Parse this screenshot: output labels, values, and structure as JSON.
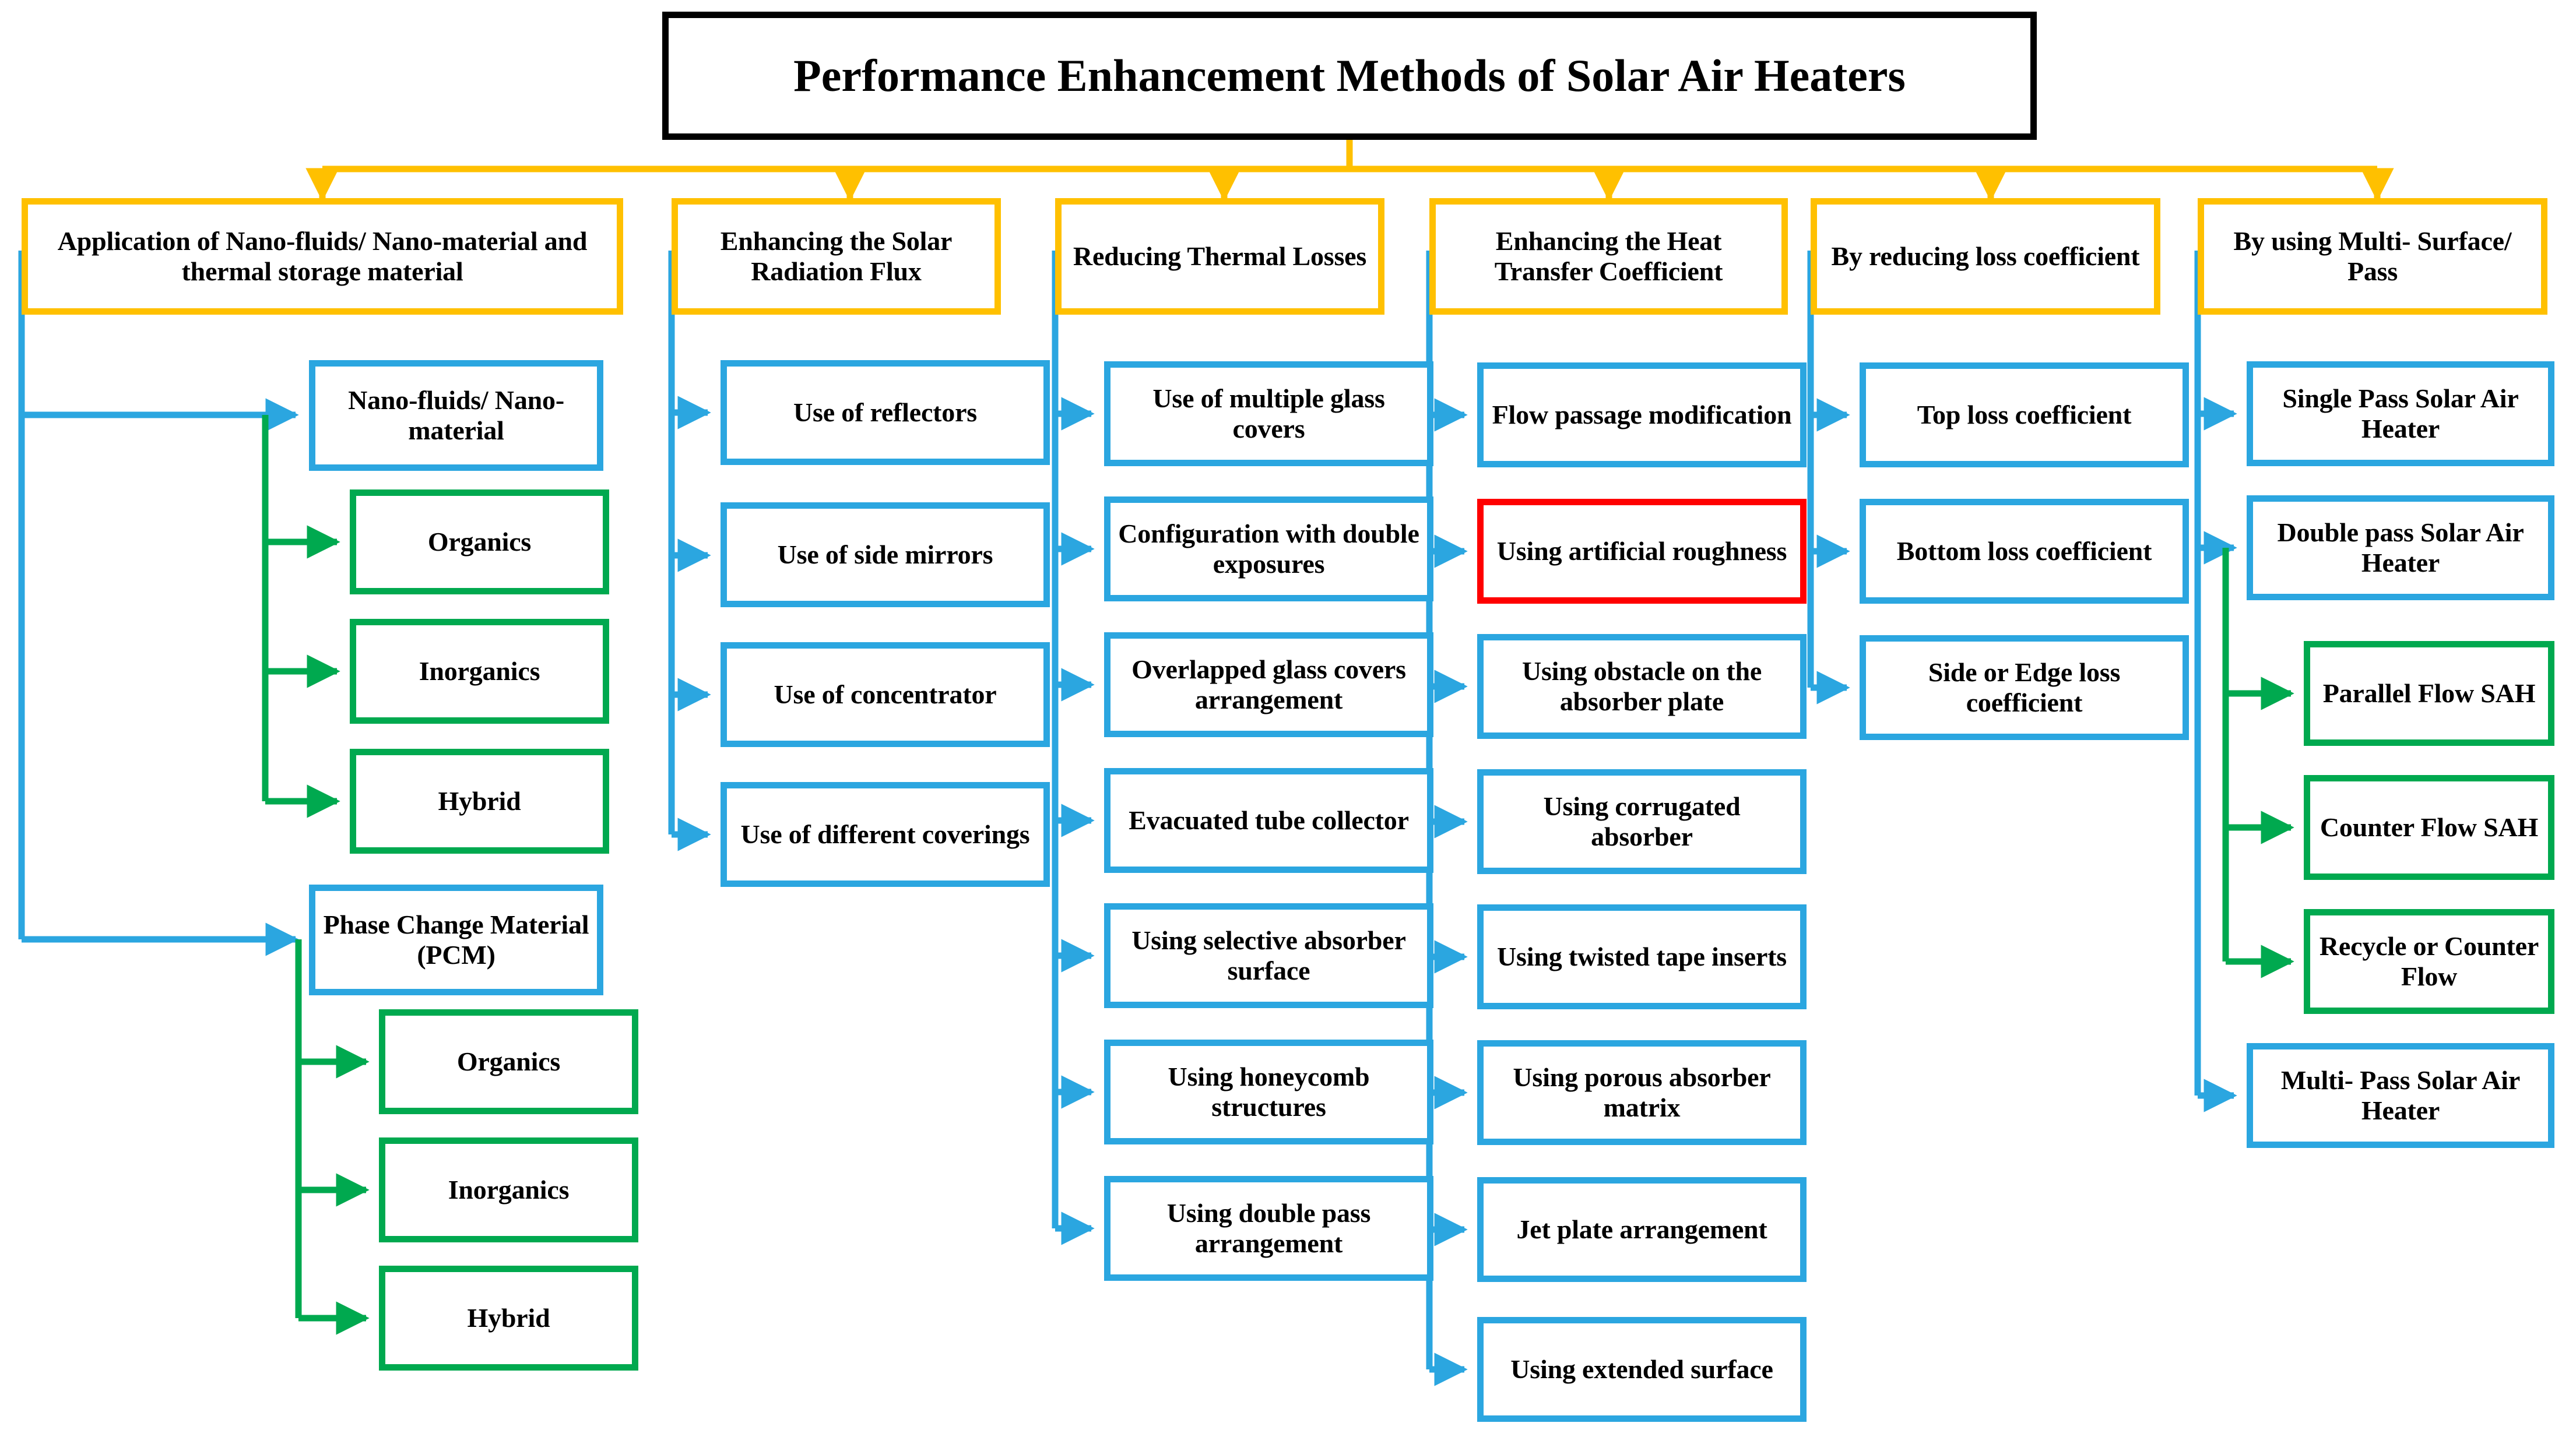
{
  "title": {
    "text": "Performance Enhancement Methods of Solar Air Heaters",
    "border_color": "#000000"
  },
  "colors": {
    "category_border": "#FFC000",
    "primary_border": "#2BA6E0",
    "sub_border": "#00A94F",
    "highlight_border": "#FF0000",
    "connector_category": "#FFC000",
    "connector_primary": "#2BA6E0",
    "connector_sub": "#00A94F",
    "background": "#FFFFFF",
    "text": "#000000"
  },
  "columns": [
    {
      "id": "col-nano-fluids",
      "category": "Application of Nano-fluids/ Nano-material and thermal storage material",
      "groups": [
        {
          "parent": "Nano-fluids/ Nano-material",
          "parent_style": "blue",
          "children": [
            "Organics",
            "Inorganics",
            "Hybrid"
          ],
          "children_style": "green"
        },
        {
          "parent": "Phase Change Material (PCM)",
          "parent_style": "blue",
          "children": [
            "Organics",
            "Inorganics",
            "Hybrid"
          ],
          "children_style": "green"
        }
      ]
    },
    {
      "id": "col-solar-radiation-flux",
      "category": "Enhancing the Solar Radiation Flux",
      "items": [
        "Use of reflectors",
        "Use of side mirrors",
        "Use of concentrator",
        "Use of different coverings"
      ],
      "items_style": "blue"
    },
    {
      "id": "col-thermal-losses",
      "category": "Reducing Thermal Losses",
      "items": [
        "Use of multiple glass covers",
        "Configuration with double exposures",
        "Overlapped glass covers arrangement",
        "Evacuated tube collector",
        "Using selective absorber surface",
        "Using honeycomb structures",
        "Using double pass arrangement"
      ],
      "items_style": "blue"
    },
    {
      "id": "col-heat-transfer-coefficient",
      "category": "Enhancing the Heat Transfer Coefficient",
      "items": [
        "Flow passage modification",
        "Using artificial roughness",
        "Using obstacle on the absorber plate",
        "Using corrugated absorber",
        "Using twisted tape inserts",
        "Using porous absorber matrix",
        "Jet plate arrangement",
        "Using extended surface"
      ],
      "items_style": "blue",
      "highlighted_index": 1
    },
    {
      "id": "col-loss-coefficient",
      "category": "By reducing loss coefficient",
      "items": [
        "Top loss coefficient",
        "Bottom loss coefficient",
        "Side or Edge loss coefficient"
      ],
      "items_style": "blue"
    },
    {
      "id": "col-multi-surface-pass",
      "category": "By using Multi- Surface/ Pass",
      "items": [
        "Single Pass Solar Air Heater",
        "Double pass Solar Air Heater",
        "Multi- Pass Solar Air Heater"
      ],
      "items_style": "blue",
      "sub_items": [
        "Parallel Flow SAH",
        "Counter Flow SAH",
        "Recycle or Counter Flow"
      ],
      "sub_items_style": "green"
    }
  ]
}
